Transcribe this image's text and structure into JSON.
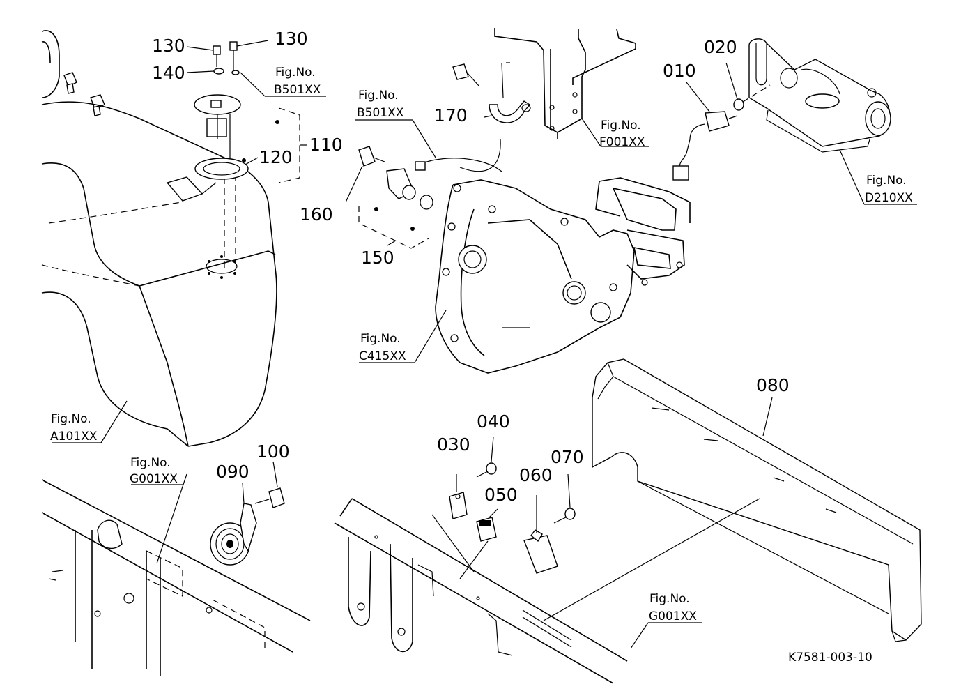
{
  "part_labels": {
    "p010": "010",
    "p020": "020",
    "p030": "030",
    "p040": "040",
    "p050": "050",
    "p060": "060",
    "p070": "070",
    "p080": "080",
    "p090": "090",
    "p100": "100",
    "p110": "110",
    "p120": "120",
    "p130a": "130",
    "p130b": "130",
    "p140": "140",
    "p150": "150",
    "p160": "160",
    "p170": "170"
  },
  "figure_refs": {
    "b501_top": {
      "title": "Fig.No.",
      "code": "B501XX"
    },
    "b501_mid": {
      "title": "Fig.No.",
      "code": "B501XX"
    },
    "f001": {
      "title": "Fig.No.",
      "code": "F001XX"
    },
    "d210": {
      "title": "Fig.No.",
      "code": "D210XX"
    },
    "c415": {
      "title": "Fig.No.",
      "code": "C415XX"
    },
    "a101": {
      "title": "Fig.No.",
      "code": "A101XX"
    },
    "g001_left": {
      "title": "Fig.No.",
      "code": "G001XX"
    },
    "g001_right": {
      "title": "Fig.No.",
      "code": "G001XX"
    }
  },
  "drawing_code": "K7581-003-10"
}
